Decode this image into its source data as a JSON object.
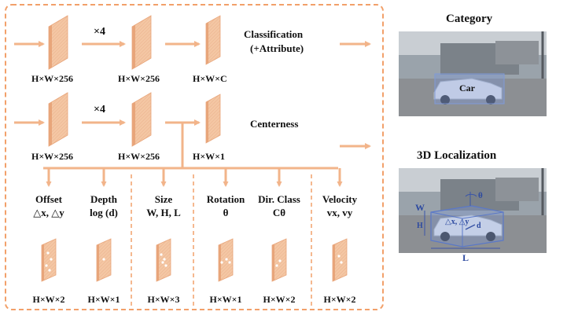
{
  "colors": {
    "accent": "#f2b48a",
    "block_fill": "#f4c7a4",
    "block_side": "#e8a57a",
    "frame": "#f2a06a",
    "photo_bg": "#9aa3ab"
  },
  "branch1": {
    "label_in": "H×W×256",
    "repeat": "×4",
    "label_mid": "H×W×256",
    "label_out": "H×W×C",
    "head_line1": "Classification",
    "head_line2": "(+Attribute)"
  },
  "branch2": {
    "label_in": "H×W×256",
    "repeat": "×4",
    "label_mid": "H×W×256",
    "label_out": "H×W×1",
    "head": "Centerness"
  },
  "regression_heads": [
    {
      "name": "Offset",
      "sub": "△x, △y",
      "shape": "H×W×2"
    },
    {
      "name": "Depth",
      "sub": "log (d)",
      "shape": "H×W×1"
    },
    {
      "name": "Size",
      "sub": "W, H, L",
      "shape": "H×W×3"
    },
    {
      "name": "Rotation",
      "sub": "θ",
      "shape": "H×W×1"
    },
    {
      "name": "Dir. Class",
      "sub": "Cθ",
      "shape": "H×W×2"
    },
    {
      "name": "Velocity",
      "sub": "vx, vy",
      "shape": "H×W×2"
    }
  ],
  "right_panel": {
    "category_title": "Category",
    "category_label": "Car",
    "loc_title": "3D Localization",
    "loc_labels": {
      "w": "W",
      "h": "H",
      "l": "L",
      "theta": "θ",
      "d": "d",
      "offset": "△x, △y"
    }
  }
}
